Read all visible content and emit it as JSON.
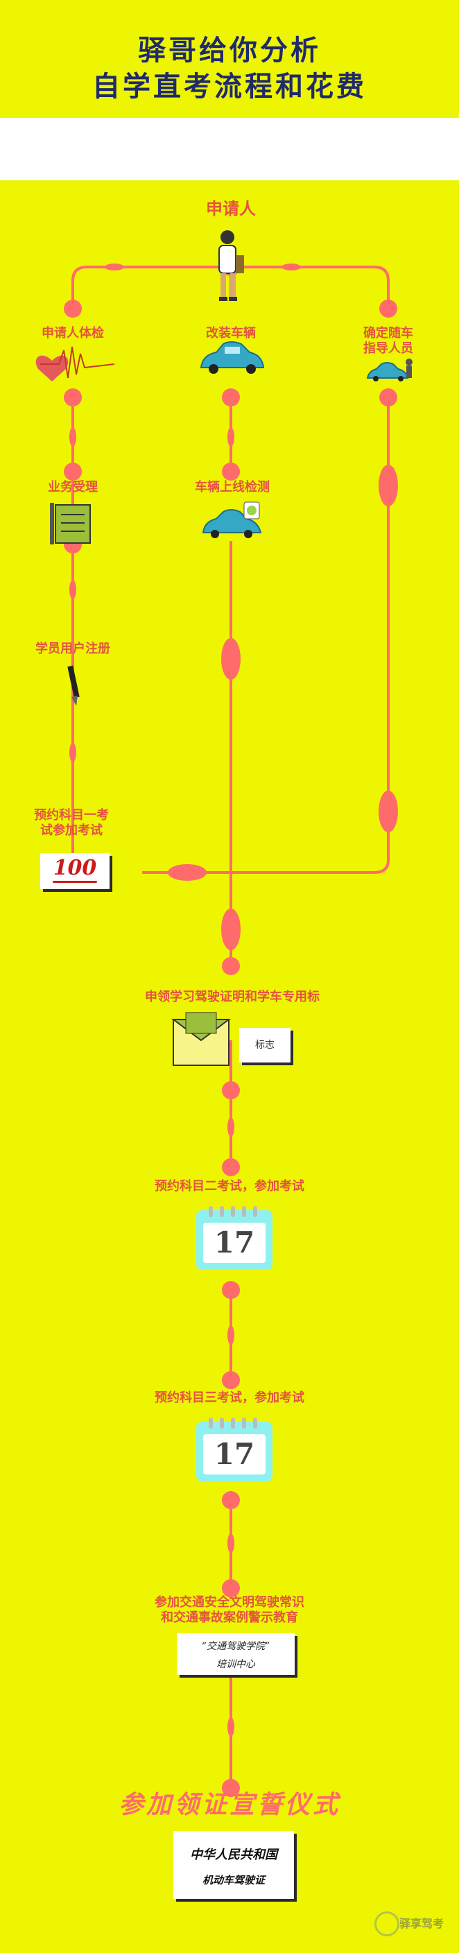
{
  "header": {
    "title_line1": "驿哥给你分析",
    "title_line2": "自学直考流程和花费"
  },
  "flow": {
    "start": "申请人",
    "left_column": {
      "step1": "申请人体检",
      "step2": "业务受理",
      "step3": "学员用户注册",
      "step4_line1": "预约科目一考",
      "step4_line2": "试参加考试",
      "score": "100"
    },
    "middle_column": {
      "step1": "改装车辆",
      "step2": "车辆上线检测"
    },
    "right_column": {
      "step1_line1": "确定随车",
      "step1_line2": "指导人员"
    },
    "step_permit": "申领学习驾驶证明和学车专用标",
    "sign_card": "标志",
    "step_subject2": "预约科目二考试，参加考试",
    "calendar_day": "17",
    "step_subject3": "预约科目三考试，参加考试",
    "step_safety_line1": "参加交通安全文明驾驶常识",
    "step_safety_line2": "和交通事故案例警示教育",
    "school_card_line1": "“交通驾驶学院”",
    "school_card_line2": "培训中心",
    "ceremony": "参加领证宣誓仪式",
    "license_line1": "中华人民共和国",
    "license_line2": "机动车驾驶证"
  },
  "watermark": "驿享驾考",
  "colors": {
    "background": "#eef500",
    "line": "#ff6b6b",
    "title": "#1f2a6b",
    "label": "#e4543e"
  }
}
